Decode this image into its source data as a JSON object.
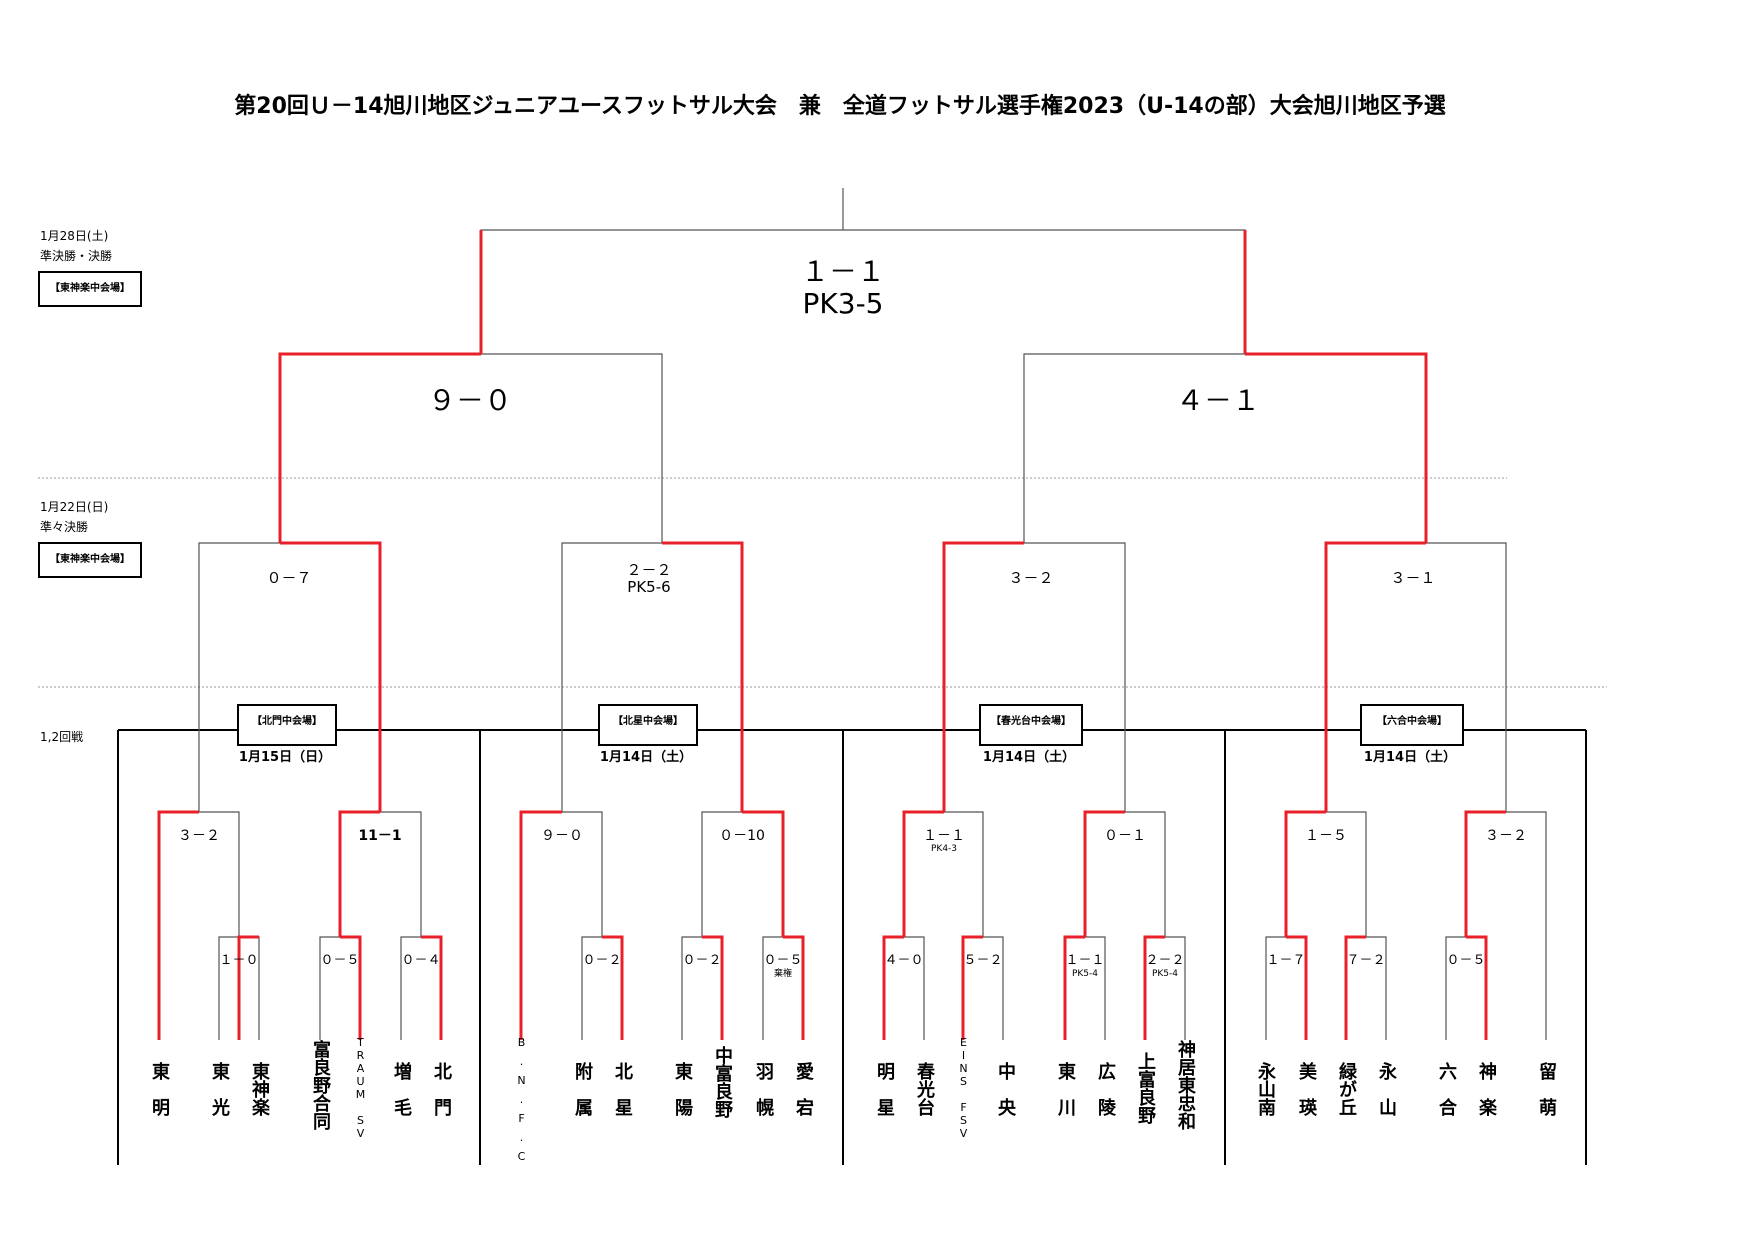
{
  "title": "第20回Ｕ－14旭川地区ジュニアユースフットサル大会　兼　全道フットサル選手権2023（U-14の部）大会旭川地区予選",
  "sessions": {
    "final": {
      "date": "1月28日(土)",
      "label": "準決勝・決勝",
      "venue": "【東神楽中会場】"
    },
    "qf": {
      "date": "1月22日(日)",
      "label": "準々決勝",
      "venue": "【東神楽中会場】"
    },
    "early": {
      "label": "1,2回戦"
    }
  },
  "regions": [
    {
      "venue": "【北門中会場】",
      "date": "1月15日（日）"
    },
    {
      "venue": "【北星中会場】",
      "date": "1月14日（土）"
    },
    {
      "venue": "【春光台中会場】",
      "date": "1月14日（土）"
    },
    {
      "venue": "【六合中会場】",
      "date": "1月14日（土）"
    }
  ],
  "scores": {
    "final": {
      "score": "１－１",
      "pk": "PK3-5"
    },
    "sf1": "９－０",
    "sf2": "４－１",
    "qf1": "０－７",
    "qf2": {
      "score": "２－２",
      "pk": "PK5-6"
    },
    "qf3": "３－２",
    "qf4": "３－１",
    "r2": [
      "３－２",
      "11－1",
      "９－０",
      "０－10",
      "１－１",
      "０－１",
      "１－５",
      "３－２"
    ],
    "r2_pk": {
      "m5": "PK4-3"
    },
    "r1": [
      "１－０",
      "０－５",
      "０－４",
      "０－２",
      "０－２",
      "０－５",
      "４－０",
      "５－２",
      "１－１",
      "２－２",
      "１－７",
      "７－２",
      "０－５"
    ],
    "r1_notes": {
      "m6": "棄権",
      "m9": "PK5-4",
      "m10": "PK5-4"
    }
  },
  "teams": [
    "東　明",
    "東　光",
    "東神楽",
    "富良野合同",
    "TRAUM SV",
    "増　毛",
    "北　門",
    "B.N.F.C",
    "附　属",
    "北　星",
    "東　陽",
    "中富良野",
    "羽　幌",
    "愛　宕",
    "明　星",
    "春光台",
    "EINS FSV",
    "中　央",
    "東　川",
    "広　陵",
    "上富良野",
    "神居東忠和",
    "永山南",
    "美　瑛",
    "緑が丘",
    "永　山",
    "六　合",
    "神　楽",
    "留　萌"
  ],
  "colors": {
    "winner": "#e8202a",
    "line": "#000000",
    "thin": "#555555"
  }
}
